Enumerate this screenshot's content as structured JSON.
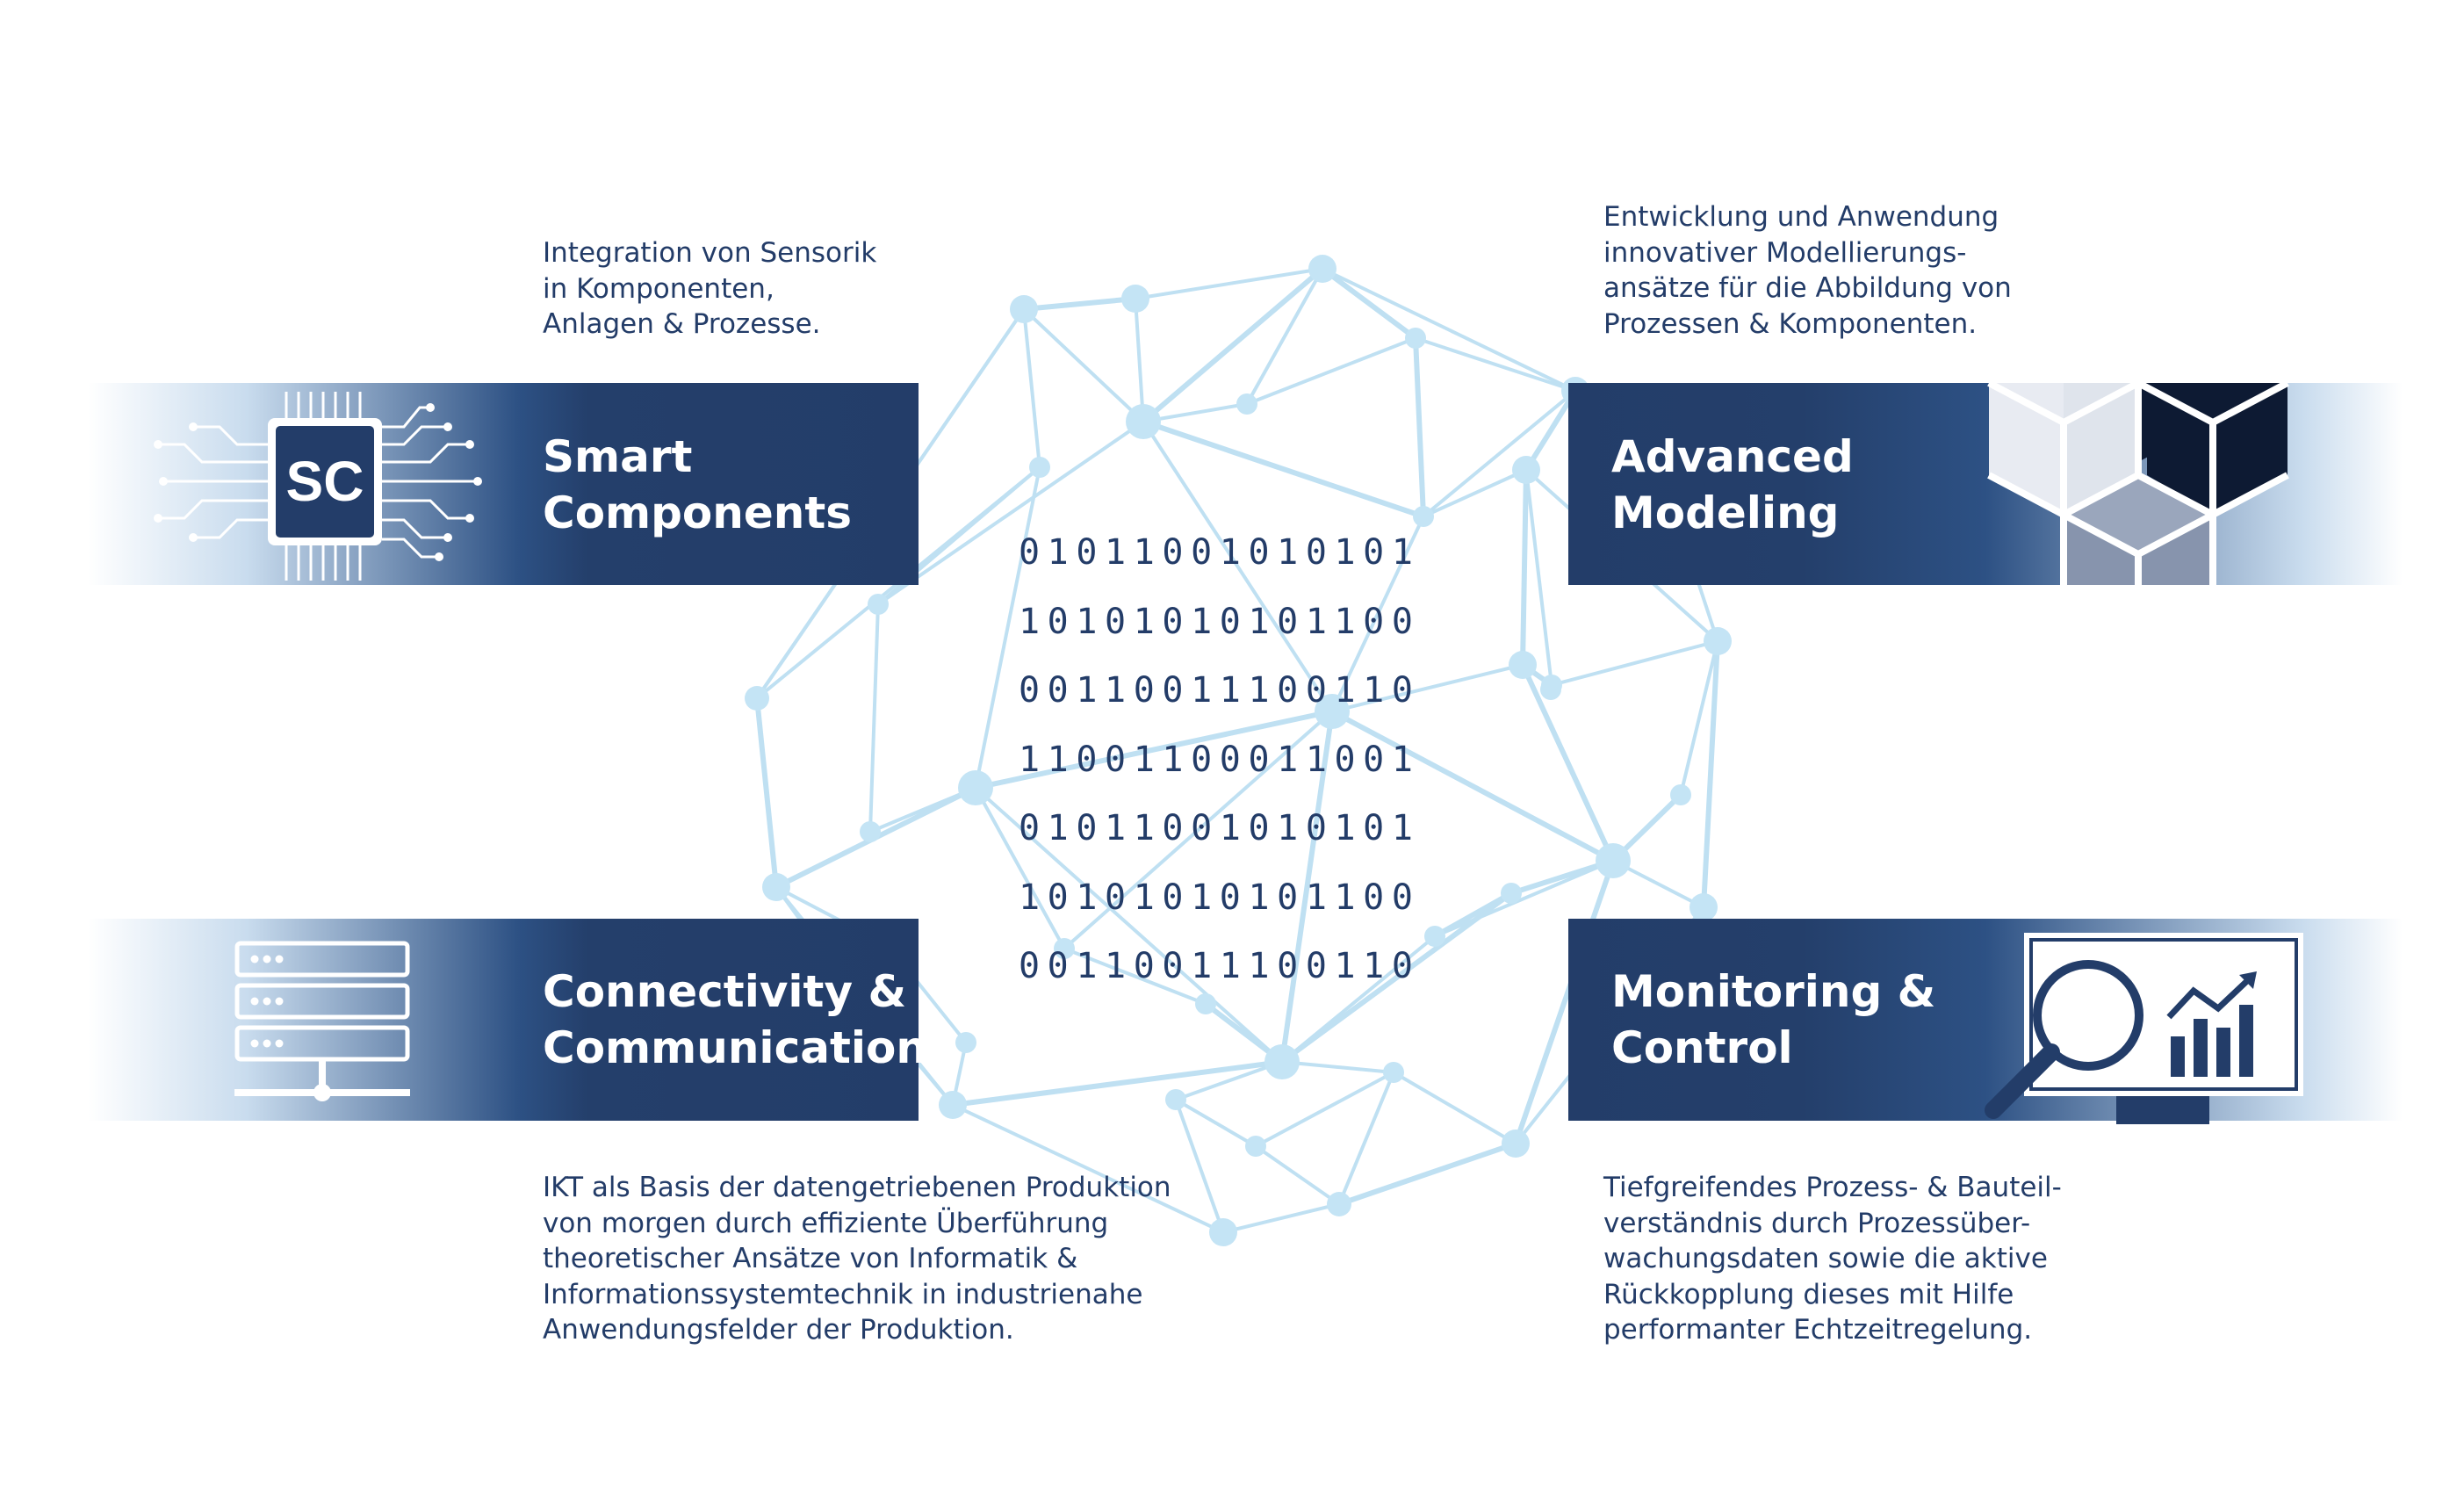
{
  "binary_rows": [
    "01011001010101",
    "10101010101100",
    "00110011100110",
    "11001100011001",
    "01011001010101",
    "10101010101100",
    "00110011100110"
  ],
  "smart_components": {
    "title_line1": "Smart",
    "title_line2": "Components",
    "chip_label": "SC",
    "desc": [
      "Integration von Sensorik",
      "in Komponenten,",
      "Anlagen & Prozesse."
    ]
  },
  "advanced_modeling": {
    "title_line1": "Advanced",
    "title_line2": "Modeling",
    "desc": [
      "Entwicklung und Anwendung",
      "innovativer Modellierungs-",
      "ansätze für die Abbildung von",
      "Prozessen & Komponenten."
    ]
  },
  "connectivity": {
    "title_line1": "Connectivity &",
    "title_line2": "Communication",
    "desc": [
      "IKT als Basis der datengetriebenen Produktion",
      "von morgen durch effiziente Überführung",
      "theoretischer Ansätze von Informatik &",
      "Informationssystemtechnik in industrienahe",
      "Anwendungsfelder der Produktion."
    ]
  },
  "monitoring": {
    "title_line1": "Monitoring &",
    "title_line2": "Control",
    "desc": [
      "Tiefgreifendes Prozess- & Bauteil-",
      "verständnis durch Prozessüber-",
      "wachungsdaten sowie die aktive",
      "Rückkopplung dieses mit Hilfe",
      "performanter Echtzeitregelung."
    ]
  },
  "colors": {
    "banner_dark": "#233d69",
    "network_line": "#bfe0f2",
    "network_node": "#c4e4f5",
    "text": "#233c68"
  },
  "icons": [
    "circuit-chip-icon",
    "isometric-cube-icon",
    "server-rack-icon",
    "magnifier-chart-monitor-icon"
  ]
}
